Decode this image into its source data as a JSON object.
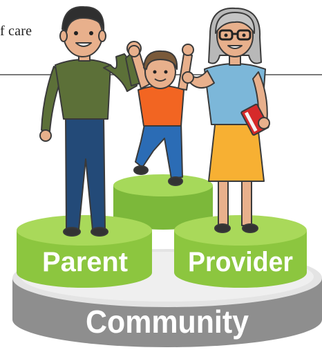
{
  "header": {
    "fragment_text": "f care"
  },
  "labels": {
    "parent": "Parent",
    "provider": "Provider",
    "community": "Community"
  },
  "colors": {
    "platform_green": "#8cc63f",
    "platform_green_dark": "#6fa22e",
    "base_gray": "#8e8e8e",
    "base_gray_top": "#e6e6e6",
    "parent_shirt": "#5c7038",
    "parent_pants": "#234a78",
    "child_shirt": "#f26522",
    "child_pants": "#2b6cb5",
    "provider_top": "#7cb7d9",
    "provider_skirt": "#f7b033",
    "book": "#d62a2a"
  },
  "icons": [
    "parent-figure",
    "child-figure",
    "provider-figure",
    "book-icon"
  ]
}
